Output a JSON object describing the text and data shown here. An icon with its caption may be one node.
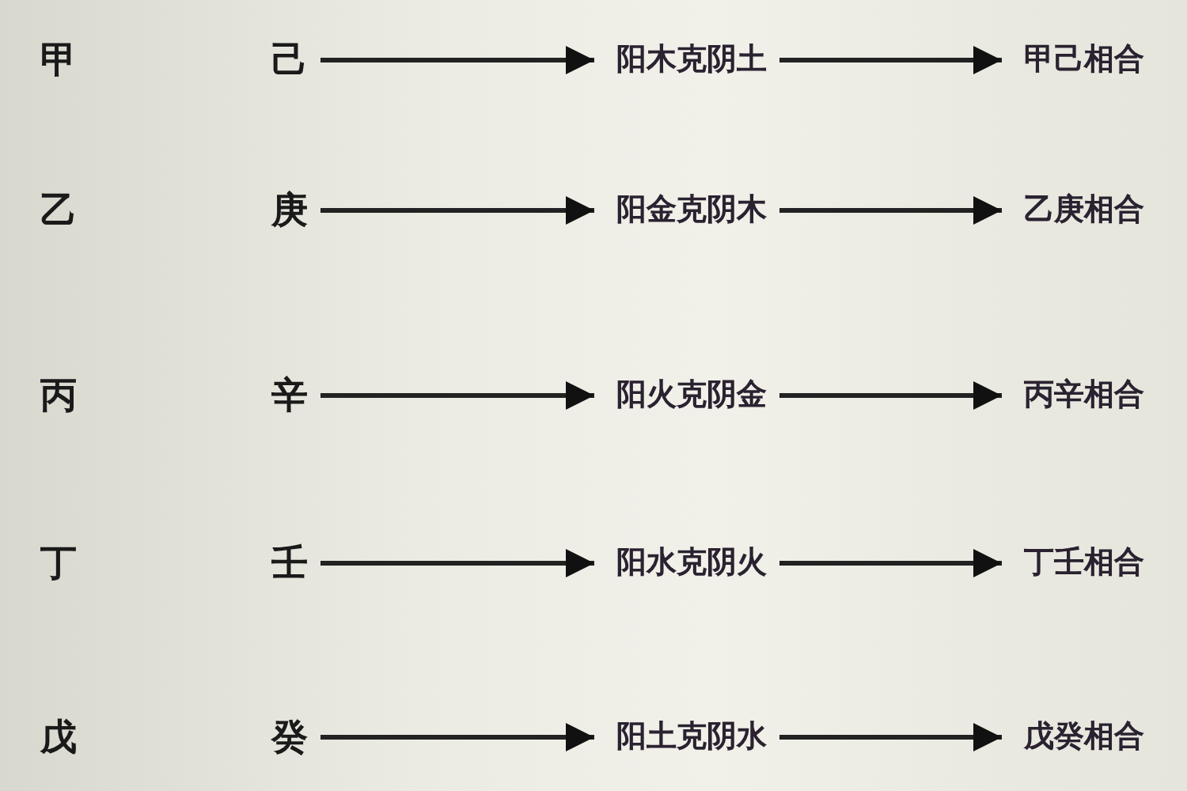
{
  "diagram": {
    "nodes": [
      {
        "text": [
          "己"
        ]
      },
      {
        "text": [
          "阳木克阴土"
        ]
      },
      {
        "text": [
          "甲己相合"
        ]
      },
      {
        "text": [
          "庚"
        ]
      },
      {
        "text": [
          "阳金克阴木"
        ]
      },
      {
        "text": [
          "乙庚相合"
        ]
      },
      {
        "text": [
          "辛"
        ]
      },
      {
        "text": [
          "阳火克阴金"
        ]
      },
      {
        "text": [
          "丙辛相合"
        ]
      },
      {
        "text": [
          "壬"
        ]
      },
      {
        "text": [
          "阳水克阴火"
        ]
      },
      {
        "text": [
          "丁壬相合"
        ]
      },
      {
        "text": [
          "癸"
        ]
      },
      {
        "text": [
          "阳土克阴水"
        ]
      },
      {
        "text": [
          "戊癸相合"
        ]
      }
    ],
    "edges": [
      {
        "from": 0,
        "to": 1,
        "arrow": "to"
      },
      {
        "from": 1,
        "to": 2,
        "arrow": "to"
      },
      {
        "from": 3,
        "to": 4,
        "arrow": "to"
      },
      {
        "from": 4,
        "to": 5,
        "arrow": "to"
      },
      {
        "from": 6,
        "to": 7,
        "arrow": "to"
      },
      {
        "from": 7,
        "to": 8,
        "arrow": "to"
      },
      {
        "from": 9,
        "to": 10,
        "arrow": "to"
      },
      {
        "from": 10,
        "to": 11,
        "arrow": "to"
      },
      {
        "from": 12,
        "to": 13,
        "arrow": "to"
      },
      {
        "from": 13,
        "to": 14,
        "arrow": "to"
      }
    ],
    "labels": [
      "甲",
      "乙",
      "丙",
      "丁",
      "戊"
    ]
  }
}
